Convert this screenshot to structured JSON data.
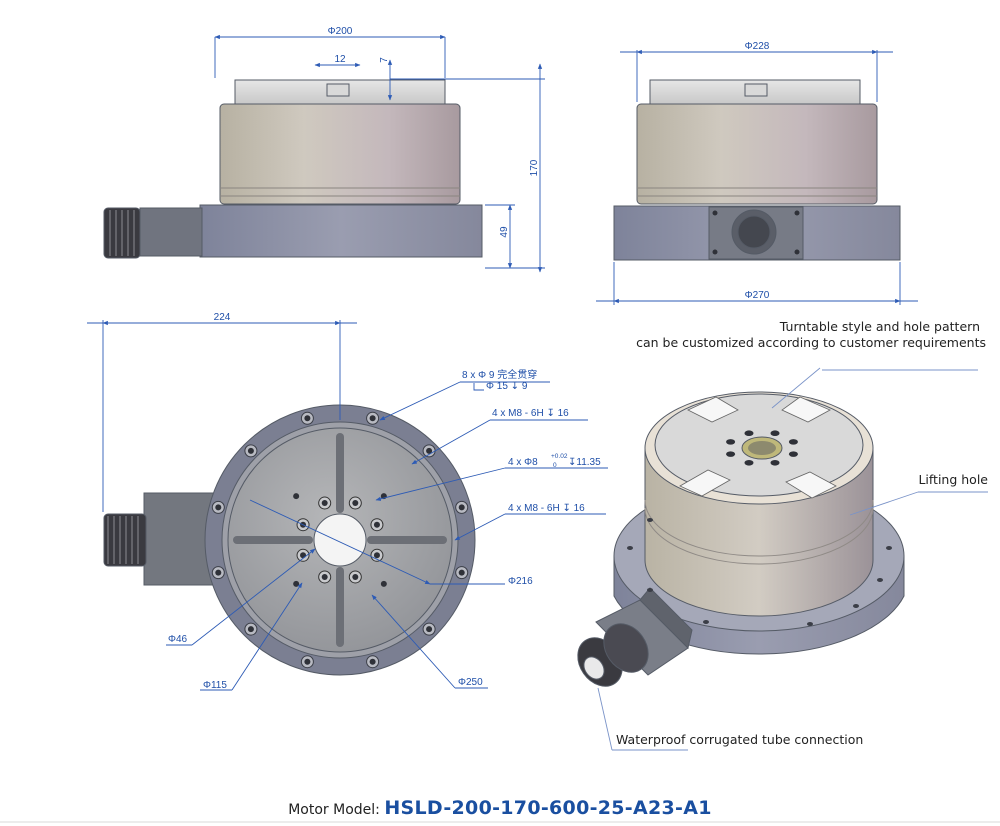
{
  "dimensions": {
    "top_diameter": "Φ200",
    "key_width": "12",
    "key_height": "7",
    "total_height": "170",
    "base_height": "49",
    "housing_diameter": "Φ228",
    "base_diameter": "Φ270",
    "connector_offset": "224",
    "through_holes": "8 x  Φ 9 完全贯穿",
    "counterbore": "Φ 15  ↧ 9",
    "thread_outer": "4 x  M8 - 6H   ↧ 16",
    "pin_holes_prefix": "4 x  Φ8",
    "pin_tol_upper": "+0.02",
    "pin_tol_lower": "0",
    "pin_depth": "↧11.35",
    "thread_inner": "4 x  M8 - 6H   ↧ 16",
    "pcd_216": "Φ216",
    "center_bore": "Φ46",
    "pcd_115": "Φ115",
    "pcd_250": "Φ250"
  },
  "notes": {
    "turntable_line1": "Turntable style and hole pattern",
    "turntable_line2": "can be customized according to customer requirements",
    "lifting_hole": "Lifting hole",
    "waterproof": "Waterproof corrugated tube connection"
  },
  "caption": {
    "label": "Motor Model: ",
    "model": "HSLD-200-170-600-25-A23-A1"
  },
  "colors": {
    "dimension_blue": "#1f4fa8",
    "model_blue": "#1a4fa0",
    "housing_grey": "#bfb9b0",
    "base_grey": "#8a8ea3"
  }
}
